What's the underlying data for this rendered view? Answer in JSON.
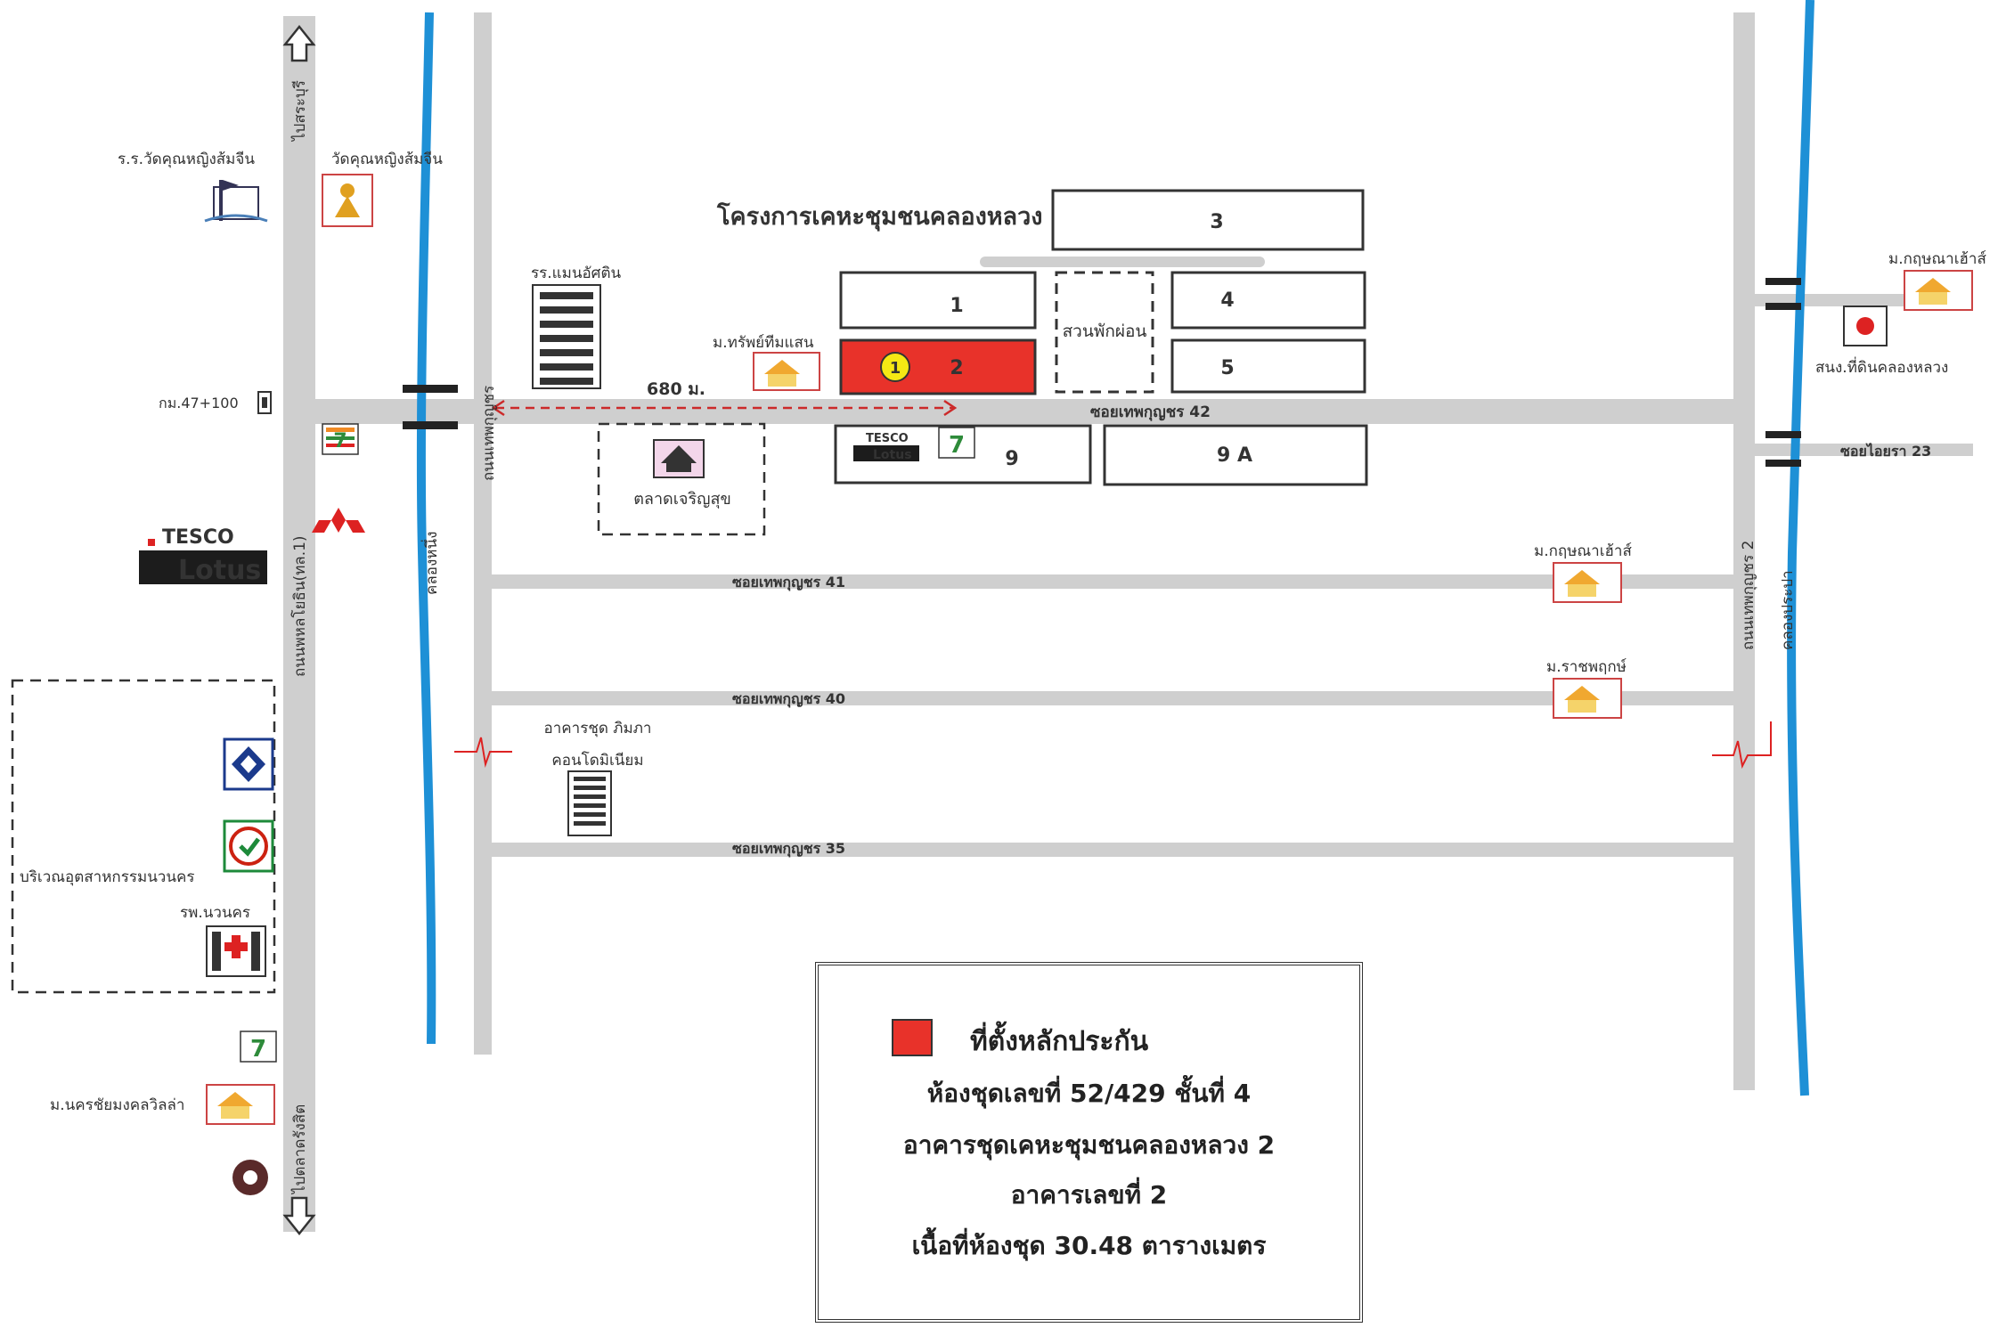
{
  "project_title": "โครงการเคหะชุมชนคลองหลวง",
  "buildings": {
    "b1": "1",
    "b2": "2",
    "b3": "3",
    "b4": "4",
    "b5": "5",
    "b9": "9",
    "b9a": "9 A",
    "marker": "1"
  },
  "park": "สวนพักผ่อน",
  "distance": "680 ม.",
  "roads": {
    "soi42": "ซอยเทพกุญชร 42",
    "soi41": "ซอยเทพกุญชร 41",
    "soi40": "ซอยเทพกุญชร 40",
    "soi35": "ซอยเทพกุญชร 35",
    "thepkunchon": "ถนนเทพกุญชร",
    "thepkunchon2": "ถนนเทพกุญชร 2",
    "phahon": "ถนนพหลโยธิน(ทล.1)",
    "soi_aira": "ซอยไอยรา 23",
    "km": "กม.47+100"
  },
  "directions": {
    "to_saraburi": "ไปสระบุรี",
    "to_rangsit": "ไปตลาดรังสิต"
  },
  "canals": {
    "khlong_nueng": "คลองหนึ่ง",
    "khlong_prapa": "คลองประปา"
  },
  "places": {
    "school_wat": "ร.ร.วัดคุณหญิงส้มจีน",
    "wat": "วัดคุณหญิงส้มจีน",
    "school_manop": "รร.แมนอัศติน",
    "moo_tarat": "ม.ทรัพย์ทีมแสน",
    "market": "ตลาดเจริญสุข",
    "moo_krisda_top": "ม.กฤษณาเฮ้าส์",
    "land_office": "สนง.ที่ดินคลองหลวง",
    "moo_krisda": "ม.กฤษณาเฮ้าส์",
    "moo_ratcha": "ม.ราชพฤกษ์",
    "condo": "อาคารชุด ภิมภา\nคอนโดมิเนียม",
    "industrial": "บริเวณอุตสาหกรรมนวนคร",
    "hospital": "รพ.นวนคร",
    "moo_nakorn": "ม.นครชัยมงคลวิลล่า"
  },
  "brands": {
    "tesco": "TESCO",
    "lotus": "Lotus",
    "tesco_small": "TESCO",
    "lotus_small": "Lotus"
  },
  "legend": {
    "title": "ที่ตั้งหลักประกัน",
    "line1": "ห้องชุดเลขที่ 52/429 ชั้นที่ 4",
    "line2": "อาคารชุดเคหะชุมชนคลองหลวง 2",
    "line3": "อาคารเลขที่ 2",
    "line4": "เนื้อที่ห้องชุด 30.48 ตารางเมตร"
  },
  "colors": {
    "road": "#cfcfcf",
    "canal": "#1e90d6",
    "collateral": "#e8322a",
    "project_title": "#c0262a",
    "route": "#cc2a2a"
  }
}
